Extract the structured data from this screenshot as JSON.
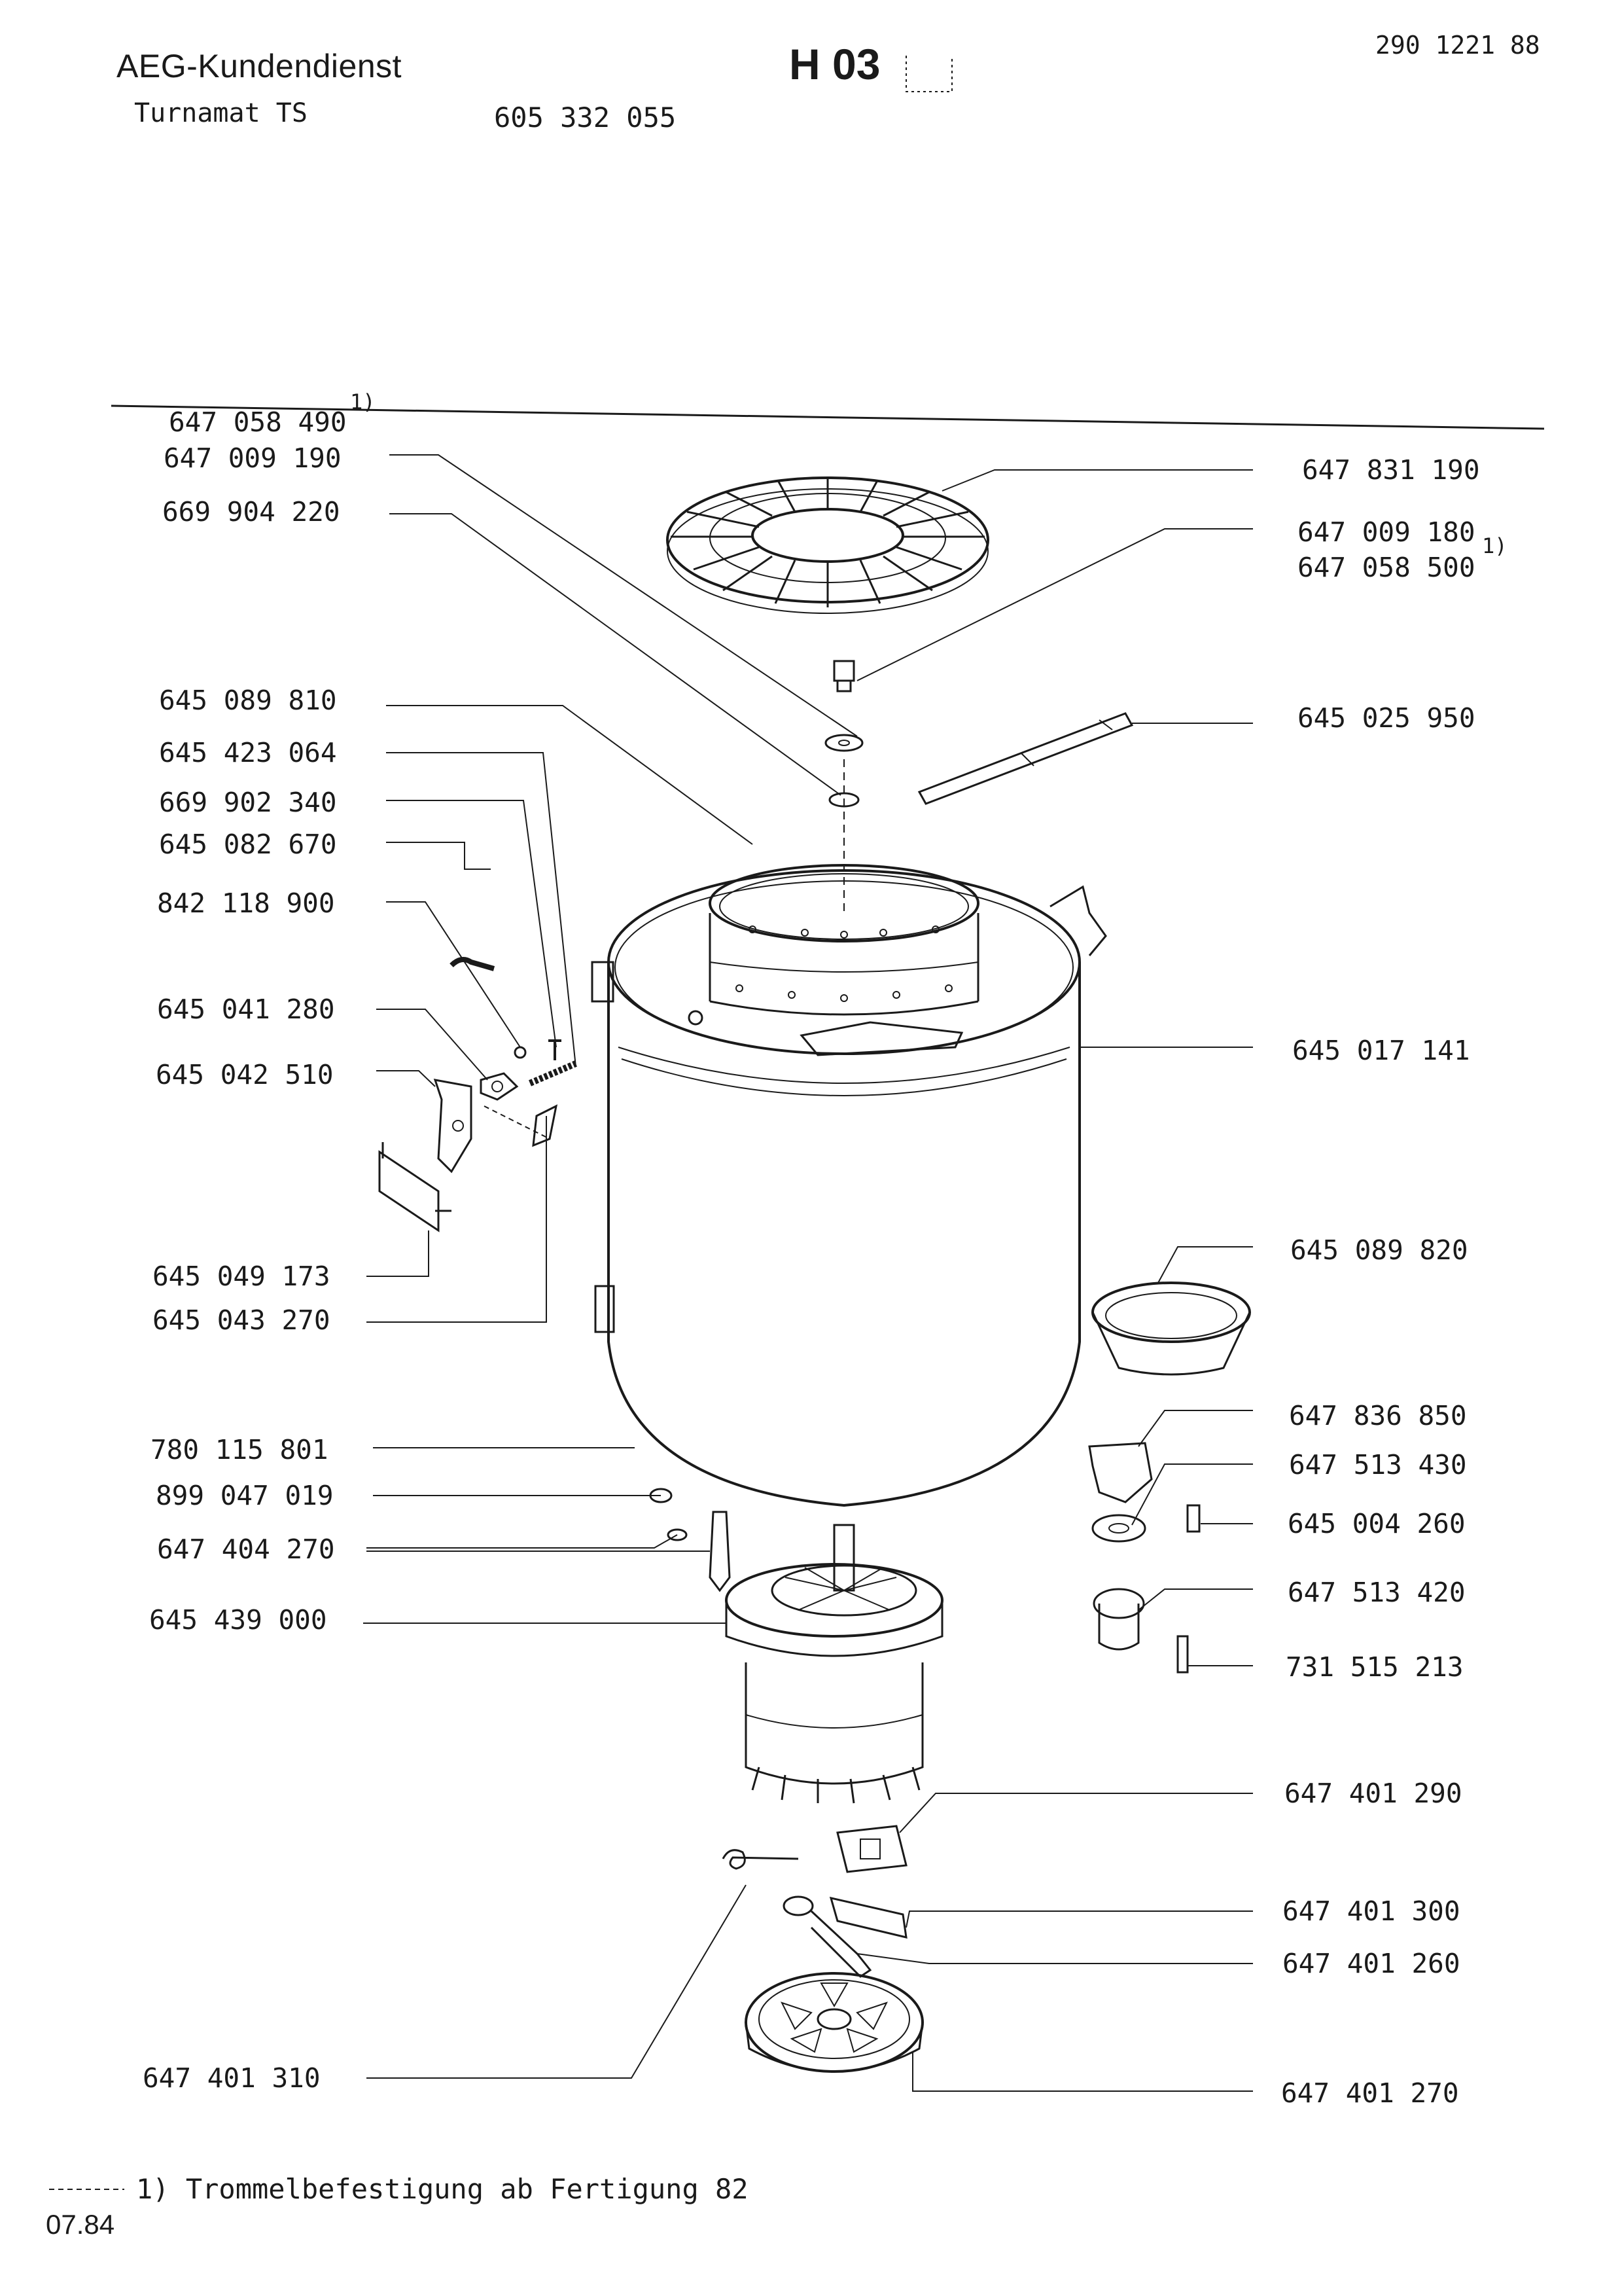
{
  "header": {
    "company": "AEG-Kundendienst",
    "model": "Turnamat TS",
    "model_number": "605 332 055",
    "section": "H 03",
    "doc_ref": "290 1221 88"
  },
  "parts": {
    "p01": "647 058 490",
    "p02": "647 009 190",
    "p03": "669 904 220",
    "p04": "645 089 810",
    "p05": "645 423 064",
    "p06": "669 902 340",
    "p07": "645 082 670",
    "p08": "842 118 900",
    "p09": "645 041 280",
    "p10": "645 042 510",
    "p11": "645 049 173",
    "p12": "645 043 270",
    "p13": "780 115 801",
    "p14": "899 047 019",
    "p15": "647 404 270",
    "p16": "645 439 000",
    "p17": "647 401 310",
    "p18": "647 831 190",
    "p19": "647 009 180",
    "p20": "647 058 500",
    "p21": "645 025 950",
    "p22": "645 017 141",
    "p23": "645 089 820",
    "p24": "647 836 850",
    "p25": "647 513 430",
    "p26": "645 004 260",
    "p27": "647 513 420",
    "p28": "731 515 213",
    "p29": "647 401 290",
    "p30": "647 401 300",
    "p31": "647 401 260",
    "p32": "647 401 270"
  },
  "footnote_marker": "1)",
  "footnote": "1) Trommelbefestigung ab Fertigung 82",
  "date": "07.84"
}
